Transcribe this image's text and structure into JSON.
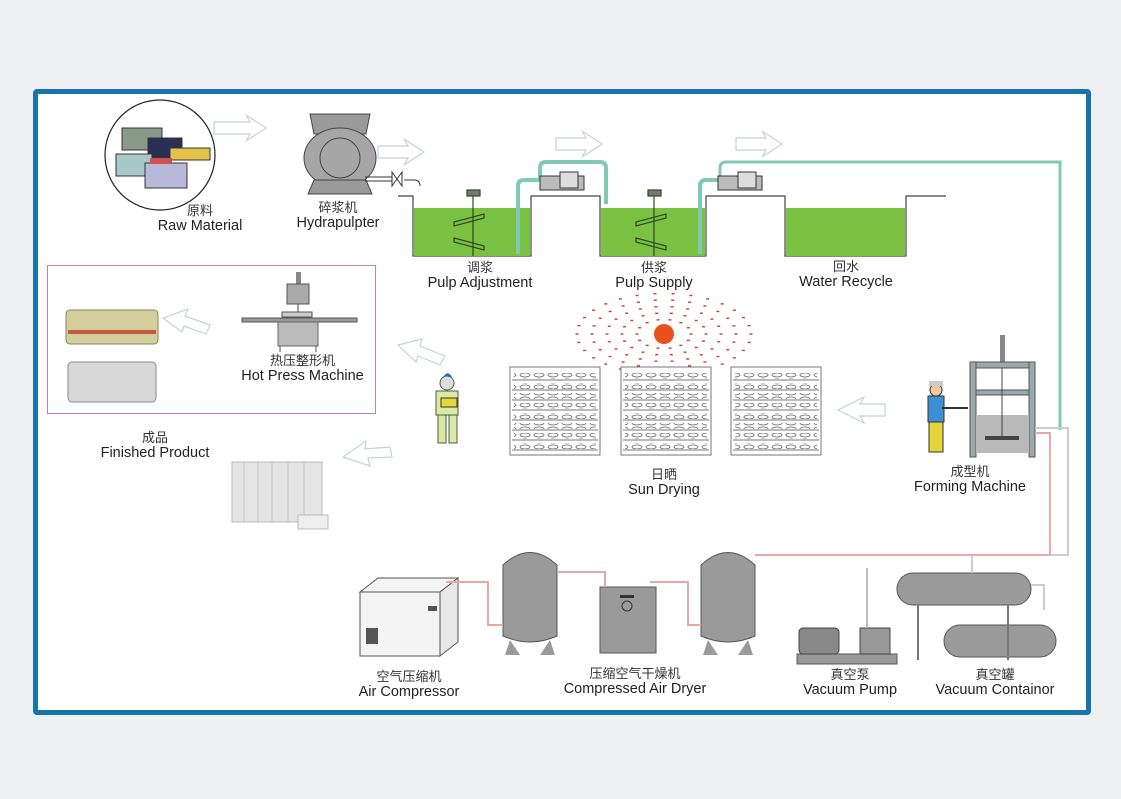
{
  "diagram": {
    "title": "Pulp Molding Production Line",
    "colors": {
      "frame": "#1673ad",
      "pulp": "#7cc242",
      "pipe_water": "#7fc9b5",
      "pipe_air": "#e8a8a8",
      "sun": "#e8501e",
      "machine_gray": "#9a9a9a",
      "highlight_box": "#c97bc9"
    },
    "nodes": [
      {
        "id": "raw_material",
        "cn": "原料",
        "en": "Raw Material",
        "icon": "raw-material-bundles-icon"
      },
      {
        "id": "hydrapulpter",
        "cn": "碎浆机",
        "en": "Hydrapulpter",
        "icon": "hydrapulpter-icon"
      },
      {
        "id": "pulp_adjustment",
        "cn": "调浆",
        "en": "Pulp Adjustment",
        "icon": "mixing-tank-icon"
      },
      {
        "id": "pulp_supply",
        "cn": "供浆",
        "en": "Pulp Supply",
        "icon": "mixing-tank-icon"
      },
      {
        "id": "water_recycle",
        "cn": "回水",
        "en": "Water Recycle",
        "icon": "water-tank-icon"
      },
      {
        "id": "forming_machine",
        "cn": "成型机",
        "en": "Forming Machine",
        "icon": "forming-machine-icon"
      },
      {
        "id": "sun_drying",
        "cn": "日晒",
        "en": "Sun  Drying",
        "icon": "drying-rack-icon"
      },
      {
        "id": "hot_press",
        "cn": "热压整形机",
        "en": "Hot Press Machine",
        "icon": "hot-press-icon"
      },
      {
        "id": "finished_product",
        "cn": "成品",
        "en": "Finished Product",
        "icon": "egg-tray-stack-icon"
      },
      {
        "id": "air_compressor",
        "cn": "空气压缩机",
        "en": "Air Compressor",
        "icon": "air-compressor-icon"
      },
      {
        "id": "air_dryer",
        "cn": "压缩空气干燥机",
        "en": "Compressed Air Dryer",
        "icon": "air-dryer-icon"
      },
      {
        "id": "vacuum_pump",
        "cn": "真空泵",
        "en": "Vacuum Pump",
        "icon": "vacuum-pump-icon"
      },
      {
        "id": "vacuum_container",
        "cn": "真空罐",
        "en": "Vacuum Containor",
        "icon": "vacuum-tank-icon"
      }
    ],
    "flow": [
      [
        "raw_material",
        "hydrapulpter"
      ],
      [
        "hydrapulpter",
        "pulp_adjustment"
      ],
      [
        "pulp_adjustment",
        "pulp_supply"
      ],
      [
        "pulp_supply",
        "water_recycle"
      ],
      [
        "water_recycle",
        "forming_machine"
      ],
      [
        "forming_machine",
        "sun_drying"
      ],
      [
        "sun_drying",
        "hot_press"
      ],
      [
        "hot_press",
        "finished_product"
      ],
      [
        "air_compressor",
        "air_dryer"
      ],
      [
        "air_dryer",
        "forming_machine"
      ],
      [
        "vacuum_pump",
        "vacuum_container"
      ],
      [
        "vacuum_container",
        "forming_machine"
      ]
    ]
  }
}
